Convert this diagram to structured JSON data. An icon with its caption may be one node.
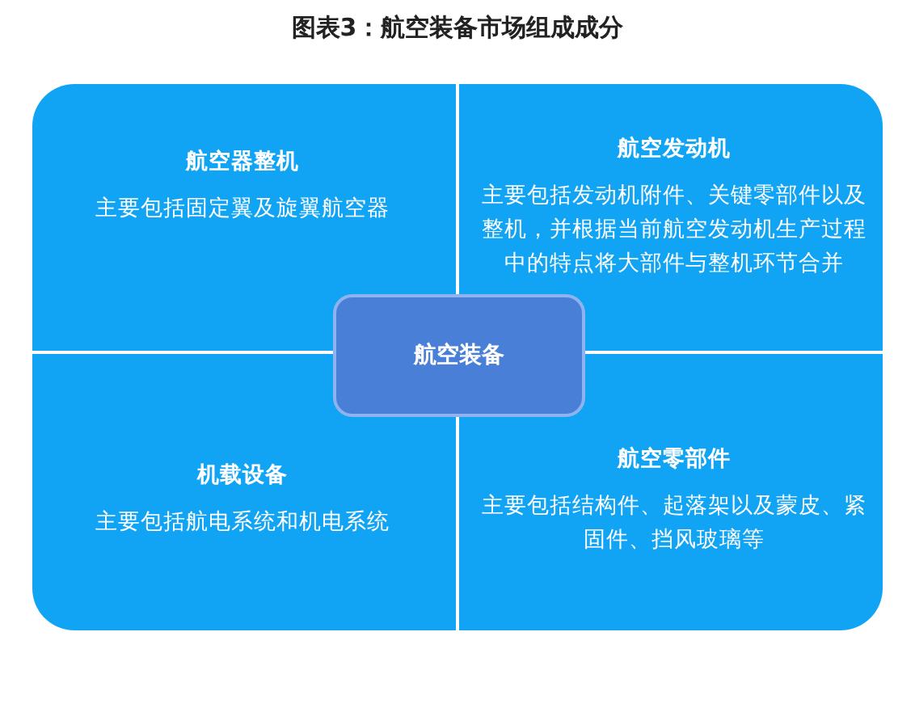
{
  "diagram": {
    "title": "图表3：航空装备市场组成成分",
    "nodes": [
      {
        "text": [],
        "shape": "box"
      },
      {
        "text": [
          "航空器整机",
          "主要包括固定翼及旋翼航空器"
        ],
        "in": 0
      },
      {
        "text": [
          "航空发动机",
          "主要包括发动机附件、关键零部件以及整机，并根据当前航空发动机生产过程中的特点将大部件与整机环节合并"
        ],
        "in": 0
      },
      {
        "text": [
          "机载设备",
          "主要包括航电系统和机电系统"
        ],
        "in": 0
      },
      {
        "text": [
          "航空零部件",
          "主要包括结构件、起落架以及蒙皮、紧固件、挡风玻璃等"
        ],
        "in": 0
      },
      {
        "text": [
          "航空装备"
        ],
        "in": 0
      }
    ],
    "edges": []
  }
}
